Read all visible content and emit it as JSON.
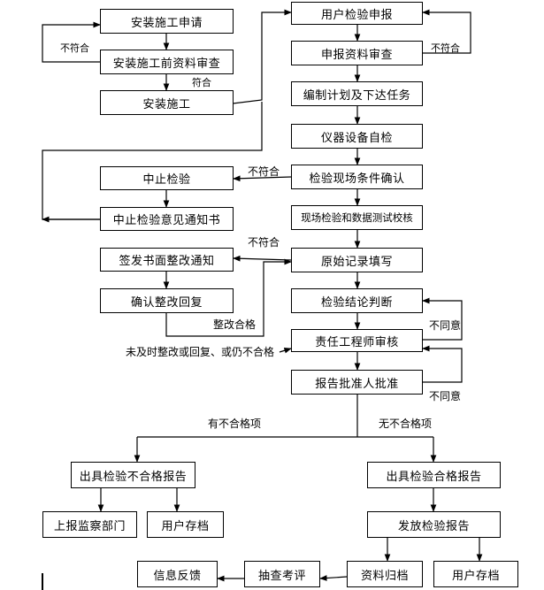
{
  "boxes": {
    "apply": "安装施工申请",
    "pre_review": "安装施工前资料审查",
    "install": "安装施工",
    "suspend": "中止检验",
    "suspend_notice": "中止检验意见通知书",
    "rectify_notice": "签发书面整改通知",
    "confirm_reply": "确认整改回复",
    "user_apply": "用户检验申报",
    "doc_review": "申报资料审查",
    "plan": "编制计划及下达任务",
    "self_check": "仪器设备自检",
    "site_confirm": "检验现场条件确认",
    "site_test": "现场检验和数据测试校核",
    "record": "原始记录填写",
    "conclusion": "检验结论判断",
    "engineer_review": "责任工程师审核",
    "approve": "报告批准人批准",
    "fail_report": "出具检验不合格报告",
    "pass_report": "出具检验合格报告",
    "report_dept": "上报监察部门",
    "user_archive_left": "用户存档",
    "issue_report": "发放检验报告",
    "feedback": "信息反馈",
    "spot_check": "抽查考评",
    "archive": "资料归档",
    "user_archive_right": "用户存档"
  },
  "labels": {
    "not_conform_left": "不符合",
    "conform": "符合",
    "not_conform_right": "不符合",
    "not_conform_suspend": "不符合",
    "not_conform_record": "不符合",
    "rectify_ok": "整改合格",
    "disagree_1": "不同意",
    "disagree_2": "不同意",
    "late_rectify": "未及时整改或回复、或仍不合格",
    "has_fail": "有不合格项",
    "no_fail": "无不合格项"
  }
}
